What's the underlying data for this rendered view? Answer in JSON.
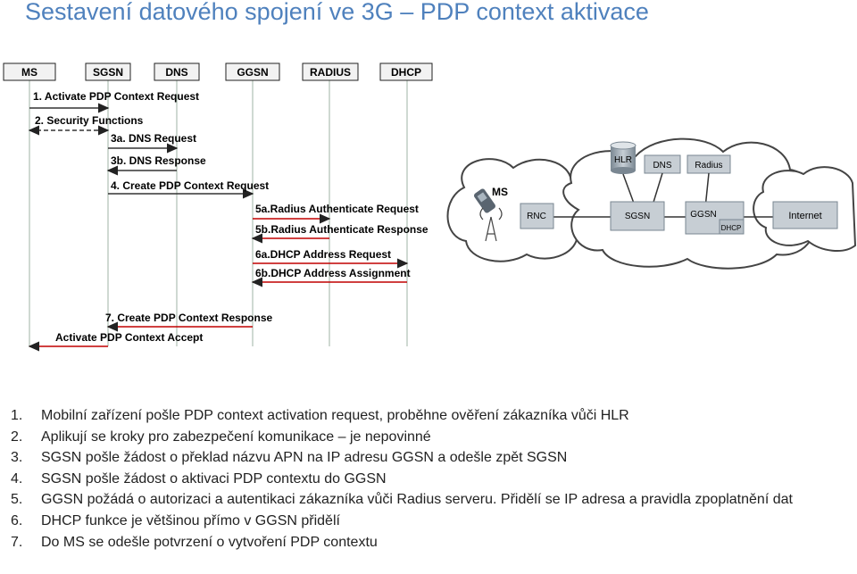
{
  "title": "Sestavení datového spojení ve 3G – PDP context aktivace",
  "sequence": {
    "entities": [
      "MS",
      "SGSN",
      "DNS",
      "GGSN",
      "RADIUS",
      "DHCP"
    ],
    "messages": [
      "1. Activate PDP Context Request",
      "2. Security Functions",
      "3a. DNS Request",
      "3b. DNS Response",
      "4. Create PDP Context Request",
      "5a.Radius Authenticate Request",
      "5b.Radius Authenticate Response",
      "6a.DHCP Address Request",
      "6b.DHCP Address Assignment",
      "7. Create PDP Context Response",
      "Activate PDP Context Accept"
    ]
  },
  "network": {
    "nodes": [
      "MS",
      "HLR",
      "DNS",
      "Radius",
      "RNC",
      "SGSN",
      "GGSN",
      "DHCP",
      "Internet"
    ]
  },
  "steps": [
    {
      "num": "1.",
      "text": "Mobilní zařízení pošle PDP context activation request, proběhne ověření zákazníka vůči HLR"
    },
    {
      "num": "2.",
      "text": "Aplikují se kroky pro zabezpečení komunikace – je nepovinné"
    },
    {
      "num": "3.",
      "text": "SGSN pošle žádost o překlad názvu APN na IP adresu GGSN a odešle zpět SGSN"
    },
    {
      "num": "4.",
      "text": "SGSN pošle žádost o aktivaci PDP contextu do GGSN"
    },
    {
      "num": "5.",
      "text": "GGSN požádá o autorizaci a autentikaci zákazníka vůči Radius serveru. Přidělí se IP adresa a pravidla zpoplatnění dat"
    },
    {
      "num": "6.",
      "text": "DHCP funkce je většinou přímo v GGSN přidělí"
    },
    {
      "num": "7.",
      "text": "Do MS se odešle potvrzení o vytvoření PDP contextu"
    }
  ]
}
